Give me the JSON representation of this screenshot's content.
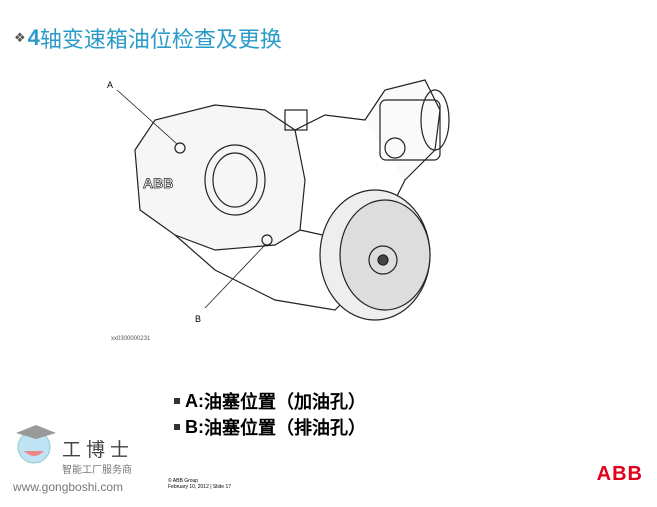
{
  "title": {
    "bullet": "❖",
    "number": "4",
    "text": "轴变速箱油位检查及更换"
  },
  "drawing": {
    "label_a": "A",
    "label_b": "B",
    "logo": "ABB",
    "figure_id": "xx0300000231"
  },
  "bullets": [
    {
      "key": "A:",
      "text": "油塞位置（加油孔）"
    },
    {
      "key": "B:",
      "text": "油塞位置（排油孔）"
    }
  ],
  "watermark": {
    "brand": "工博士",
    "subtitle": "智能工厂服务商",
    "url": "www.gongboshi.com"
  },
  "footer": {
    "copyright": "© ABB Group",
    "date": "February 10, 2012 | Slide 17"
  },
  "logo": "ABB",
  "colors": {
    "title": "#2a9bc8",
    "abb": "#e2001a"
  }
}
